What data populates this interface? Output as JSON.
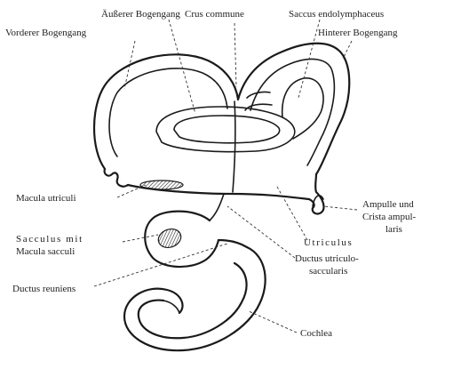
{
  "labels": {
    "aeusserer_bogengang": "Äußerer Bogengang",
    "crus_commune": "Crus commune",
    "saccus_endolymphaceus": "Saccus endolymphaceus",
    "vorderer_bogengang": "Vorderer Bogengang",
    "hinterer_bogengang": "Hinterer Bogengang",
    "macula_utriculi": "Macula utriculi",
    "sacculus_line1": "Sacculus mit",
    "sacculus_line2": "Macula sacculi",
    "ampulle_line1": "Ampulle und",
    "ampulle_line2": "Crista ampul-",
    "ampulle_line3": "laris",
    "utriculus": "Utriculus",
    "ductus_utriculo_line1": "Ductus utriculo-",
    "ductus_utriculo_line2": "saccularis",
    "ductus_reuniens": "Ductus reuniens",
    "cochlea": "Cochlea"
  }
}
